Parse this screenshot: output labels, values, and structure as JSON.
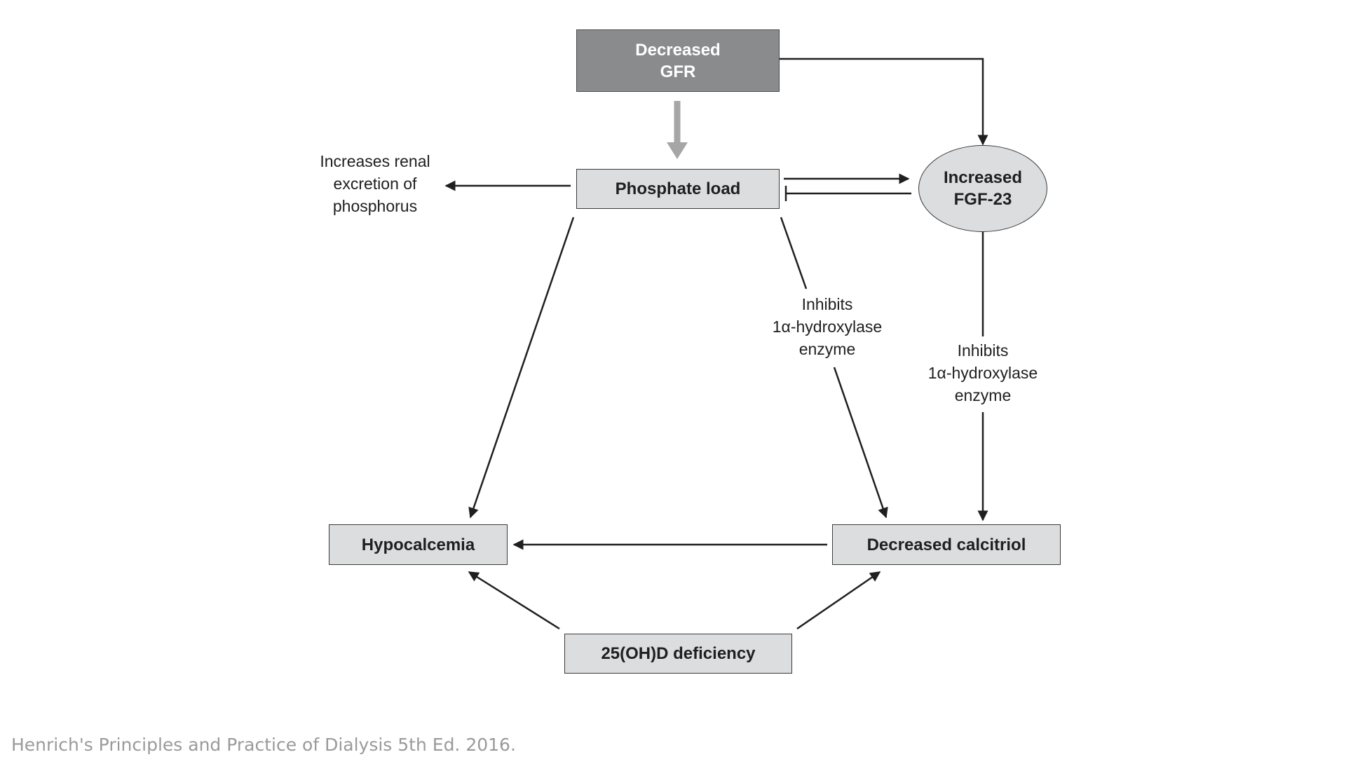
{
  "nodes": {
    "decreased_gfr": "Decreased\nGFR",
    "phosphate_load": "Phosphate load",
    "increased_fgf23": "Increased\nFGF-23",
    "hypocalcemia": "Hypocalcemia",
    "decreased_calcitriol": "Decreased calcitriol",
    "vitd_deficiency": "25(OH)D deficiency"
  },
  "labels": {
    "renal_excretion": "Increases renal\nexcretion of\nphosphorus",
    "inhibits_phosphate": "Inhibits\n1α-hydroxylase\nenzyme",
    "inhibits_fgf23": "Inhibits\n1α-hydroxylase\nenzyme"
  },
  "caption": "Henrich's Principles and Practice of Dialysis 5th Ed. 2016.",
  "colors": {
    "box_fill": "#dcdddf",
    "dark_box_fill": "#8a8b8d",
    "arrow": "#1f1f1f",
    "thick_arrow": "#a6a6a6",
    "caption": "#9a9a9a"
  }
}
